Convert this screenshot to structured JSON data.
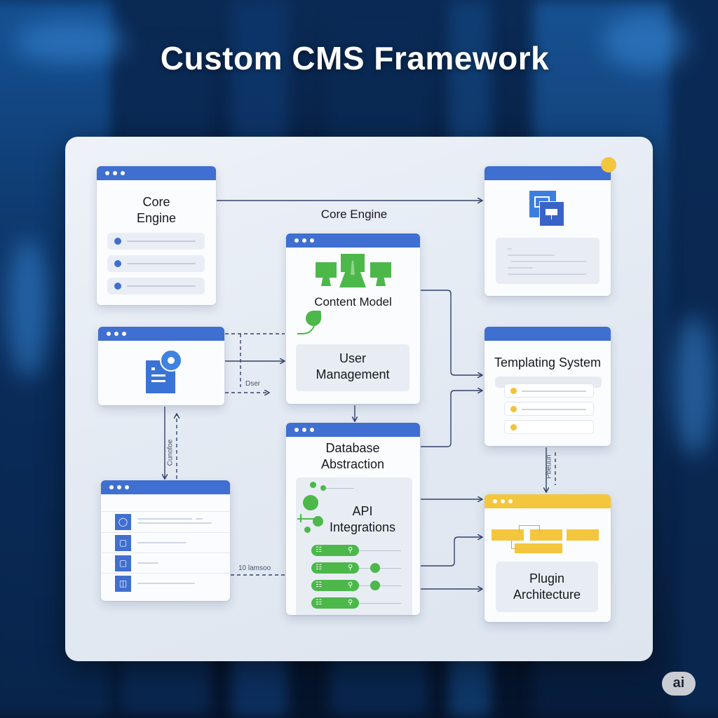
{
  "title": "Custom CMS Framework",
  "diagram": {
    "center_label": "Core Engine",
    "nodes": {
      "core_engine": {
        "title": "Core Engine",
        "items": 3
      },
      "media": {
        "icon": "overlapping-windows-icon",
        "badge_color": "#f4c63d"
      },
      "document": {
        "icon": "document-gear-icon"
      },
      "content_model": {
        "title": "Content Model",
        "icon": "network-monitors-icon",
        "sub_icon": "leaf-icon"
      },
      "user_management": {
        "title": "User Management"
      },
      "templating": {
        "title": "Templating System",
        "items": 3
      },
      "database": {
        "title": "Database Abstraction"
      },
      "api": {
        "title": "API Integrations",
        "rows": 4
      },
      "users_list": {
        "rows": [
          {
            "icon": "shield-icon"
          },
          {
            "icon": "monitor-icon"
          },
          {
            "icon": "monitor-icon"
          },
          {
            "icon": "devices-icon"
          }
        ]
      },
      "plugin": {
        "title": "Plugin Architecture",
        "header_color": "#f4c63d"
      }
    },
    "edge_labels": {
      "document_to_user": "Dser",
      "document_to_list": "Cunofoe",
      "list_to_api": "10 lamsoo",
      "templating_to_plugin": "Pbeuun"
    }
  },
  "watermark": "ai",
  "colors": {
    "accent_blue": "#3f6fd0",
    "accent_green": "#4cb84a",
    "accent_yellow": "#f4c63d",
    "arrow": "#34406a"
  }
}
